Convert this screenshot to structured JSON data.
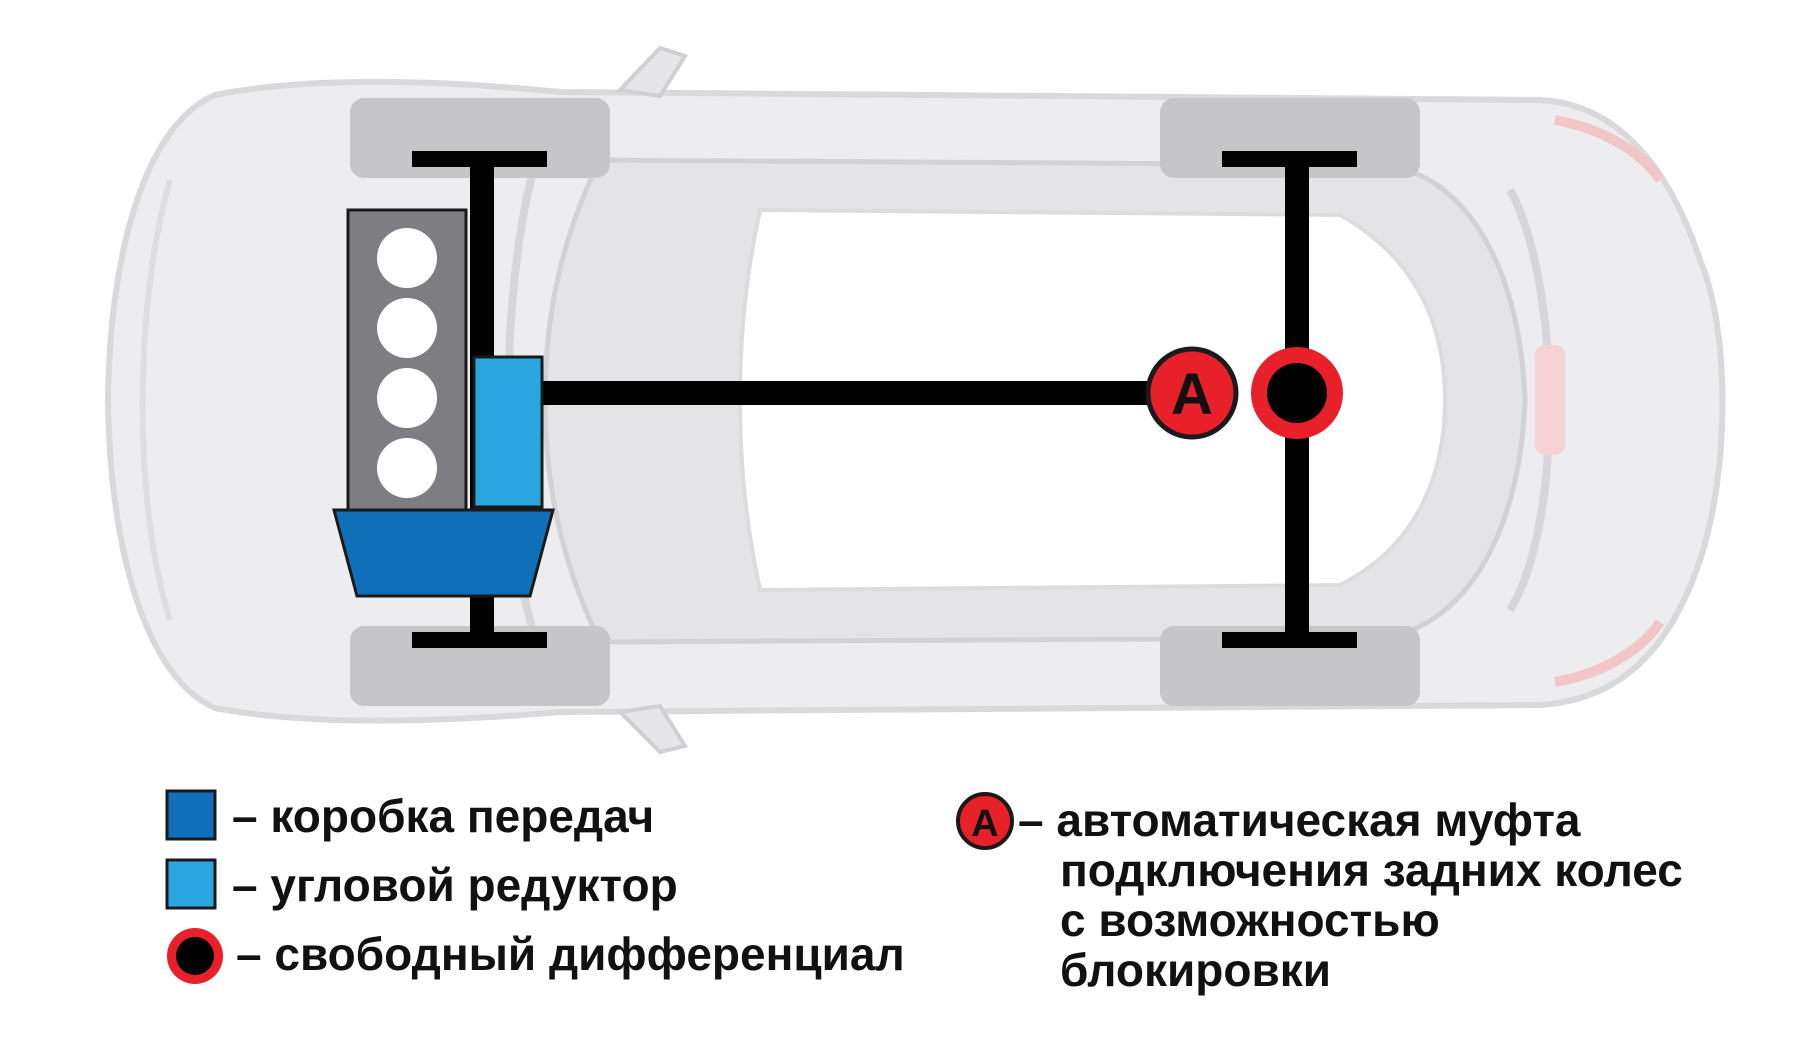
{
  "colors": {
    "gearbox": "#0f6fb8",
    "angle_gear": "#2aa7e0",
    "engine": "#7d7d82",
    "wheel": "#c6c6c9",
    "shaft": "#000000",
    "diff_ring": "#e8202a",
    "car_body": "#ececee"
  },
  "diagram": {
    "coupling_letter": "A"
  },
  "legend": {
    "items": [
      {
        "key": "gearbox",
        "text": "– коробка передач"
      },
      {
        "key": "angle_gear",
        "text": "– угловой редуктор"
      },
      {
        "key": "diff",
        "text": "– свободный дифференциал"
      }
    ],
    "coupling": {
      "letter": "A",
      "lines": [
        "– автоматическая муфта",
        "подключения задних колес",
        "с возможностью",
        "блокировки"
      ]
    }
  }
}
